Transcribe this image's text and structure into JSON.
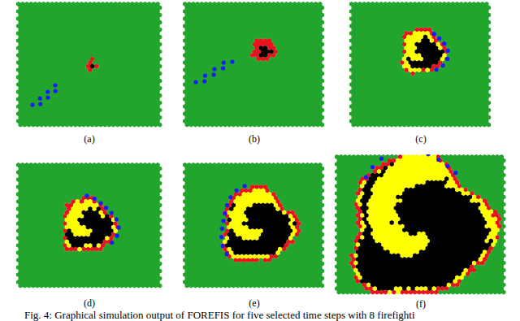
{
  "diagram": {
    "caption": "Fig. 4: Graphical simulation output of FOREFIS for five selected time steps with 8 firefighti",
    "labels": [
      "(a)",
      "(b)",
      "(c)",
      "(d)",
      "(e)",
      "(f)"
    ]
  }
}
